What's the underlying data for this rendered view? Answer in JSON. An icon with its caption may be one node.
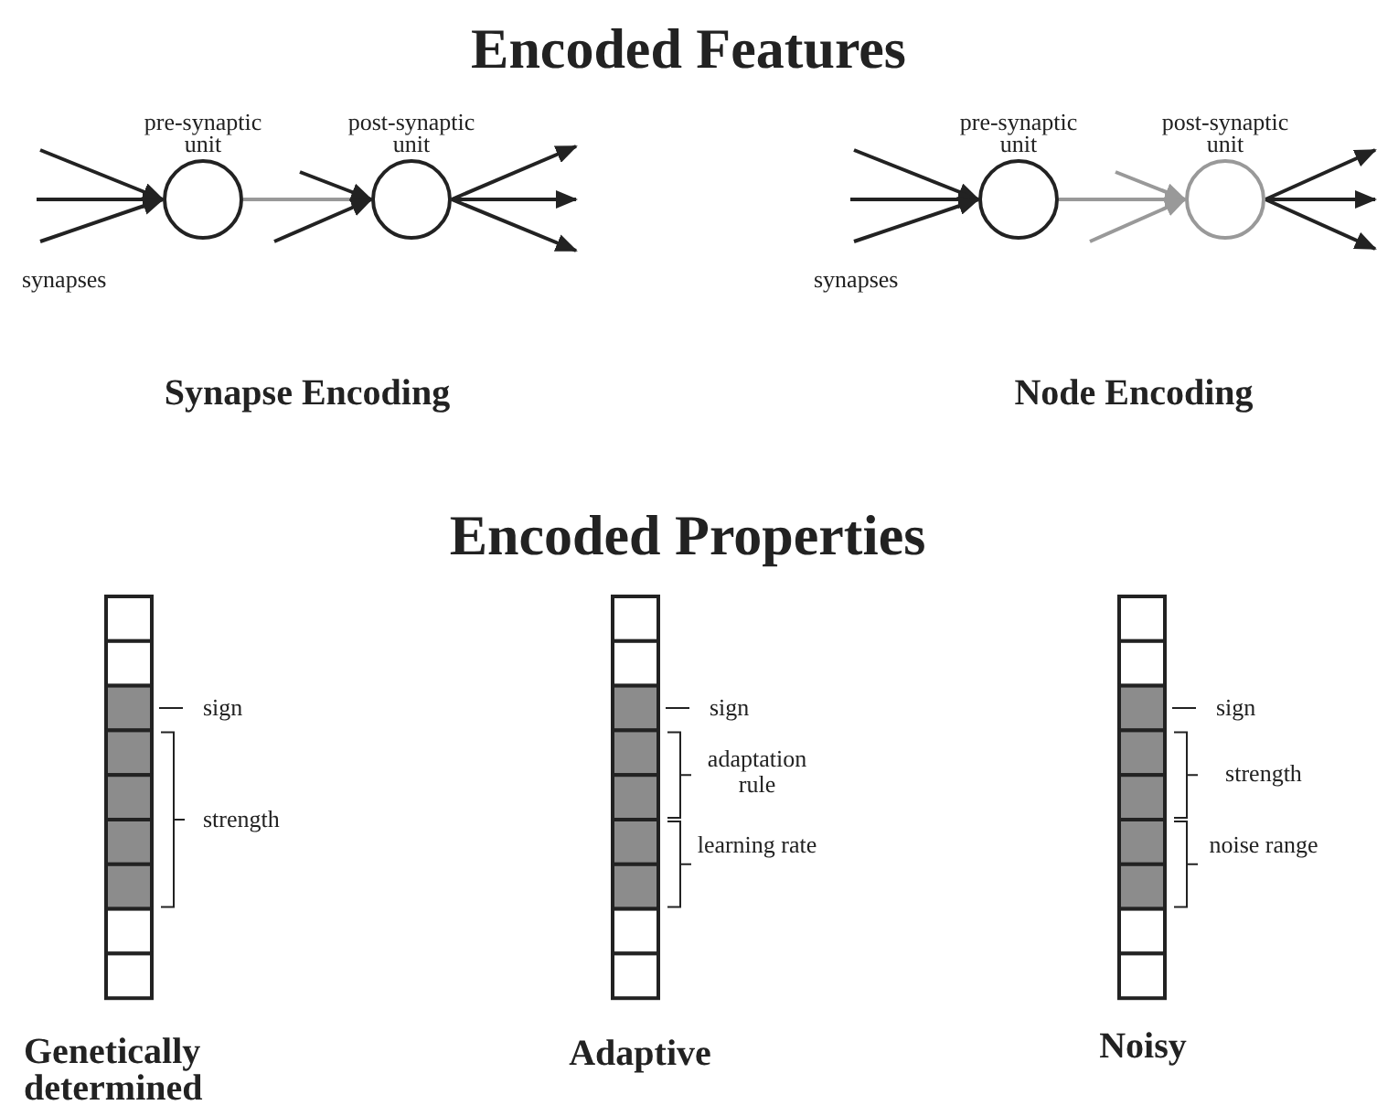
{
  "diagram": {
    "title": "Encoded Features",
    "nodes": [
      {
        "text": [
          "pre-synaptic unit"
        ]
      },
      {
        "text": [
          "post-synaptic unit"
        ]
      },
      {
        "text": [
          "pre-synaptic unit"
        ]
      },
      {
        "text": [
          "post-synaptic unit"
        ]
      }
    ],
    "edges": [
      {
        "from": null,
        "to": 0,
        "arrow": "to"
      },
      {
        "from": null,
        "to": 0,
        "arrow": "to"
      },
      {
        "from": null,
        "to": 0,
        "arrow": "to"
      },
      {
        "from": 0,
        "to": 1,
        "arrow": "to",
        "color": "#999999"
      },
      {
        "from": null,
        "to": 1,
        "arrow": "to"
      },
      {
        "from": null,
        "to": 1,
        "arrow": "to"
      },
      {
        "from": 1,
        "to": null,
        "arrow": "to"
      },
      {
        "from": 1,
        "to": null,
        "arrow": "to"
      },
      {
        "from": 1,
        "to": null,
        "arrow": "to"
      },
      {
        "from": null,
        "to": 2,
        "arrow": "to"
      },
      {
        "from": null,
        "to": 2,
        "arrow": "to"
      },
      {
        "from": null,
        "to": 2,
        "arrow": "to"
      },
      {
        "from": 2,
        "to": 3,
        "arrow": "to",
        "color": "#999999"
      },
      {
        "from": null,
        "to": 3,
        "arrow": "to",
        "color": "#999999"
      },
      {
        "from": null,
        "to": 3,
        "arrow": "to",
        "color": "#999999"
      },
      {
        "from": 3,
        "to": null,
        "arrow": "to"
      },
      {
        "from": 3,
        "to": null,
        "arrow": "to"
      },
      {
        "from": 3,
        "to": null,
        "arrow": "to"
      }
    ],
    "labels": [
      "synapses",
      "Synapse Encoding",
      "synapses",
      "Node Encoding",
      "Encoded Properties",
      "sign",
      "strength",
      "sign",
      "adaptation rule",
      "learning rate",
      "sign",
      "strength",
      "noise range",
      "Genetically determined",
      "Adaptive",
      "Noisy"
    ]
  }
}
